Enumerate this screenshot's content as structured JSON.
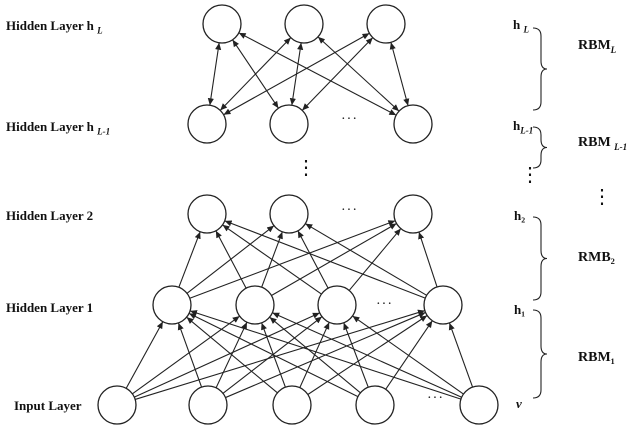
{
  "layer_labels": {
    "hL": "Hidden Layer h",
    "hL_sub": "L",
    "hL1": "Hidden Layer h",
    "hL1_sub": "L-1",
    "h2": "Hidden Layer 2",
    "h1": "Hidden Layer 1",
    "input": "Input Layer"
  },
  "right_labels": {
    "hL": "h",
    "hL_sub": "L",
    "hL1": "h",
    "hL1_sub": "L-1",
    "h2": "h₂",
    "h1": "h₁",
    "v": "v"
  },
  "rbm_labels": {
    "rbmL": "RBM",
    "rbmL_sub": "L",
    "rbmL1": "RBM",
    "rbmL1_sub": "L-1",
    "rmb2": "RMB₂",
    "rbm1": "RBM₁"
  },
  "ellipsis": "···",
  "vellipsis": "⋮"
}
